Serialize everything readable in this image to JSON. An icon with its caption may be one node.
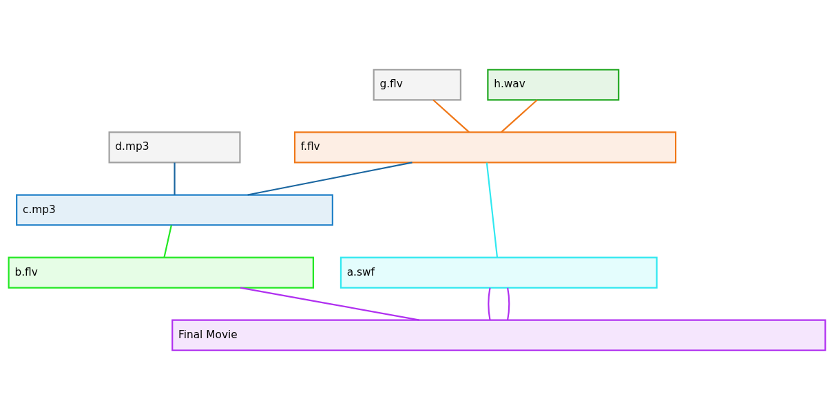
{
  "diagram": {
    "nodes": [
      {
        "text": [
          "g.flv"
        ]
      },
      {
        "text": [
          "h.wav"
        ]
      },
      {
        "text": [
          "f.flv"
        ]
      },
      {
        "text": [
          "d.mp3"
        ]
      },
      {
        "text": [
          "c.mp3"
        ]
      },
      {
        "text": [
          "a.swf"
        ]
      },
      {
        "text": [
          "b.flv"
        ]
      },
      {
        "text": [
          "Final Movie"
        ]
      }
    ],
    "edges": [
      {
        "from": 0,
        "to": 2,
        "arrow": "none",
        "color": "#f07818"
      },
      {
        "from": 1,
        "to": 2,
        "arrow": "none",
        "color": "#f07818"
      },
      {
        "from": 2,
        "to": 4,
        "arrow": "none",
        "color": "#1a66a0"
      },
      {
        "from": 3,
        "to": 4,
        "arrow": "none",
        "color": "#1a66a0"
      },
      {
        "from": 2,
        "to": 5,
        "arrow": "none",
        "color": "#30e8f0"
      },
      {
        "from": 4,
        "to": 6,
        "arrow": "none",
        "color": "#22e822"
      },
      {
        "from": 5,
        "to": 7,
        "arrow": "none",
        "color": "#b030f0"
      },
      {
        "from": 5,
        "to": 7,
        "arrow": "none",
        "color": "#b030f0"
      },
      {
        "from": 6,
        "to": 7,
        "arrow": "none",
        "color": "#b030f0"
      }
    ]
  }
}
